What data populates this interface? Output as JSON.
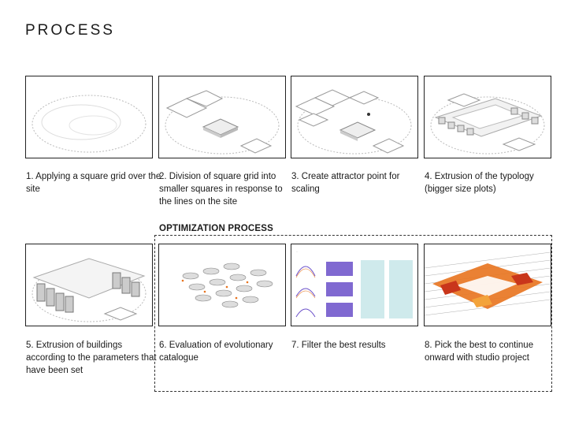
{
  "title": "PROCESS",
  "optimization_title": "OPTIMIZATION PROCESS",
  "steps": [
    {
      "caption": "1. Applying a square grid over the site"
    },
    {
      "caption": "2. Division of square grid into smaller squares in response to the lines on the site"
    },
    {
      "caption": "3. Create attractor point for scaling"
    },
    {
      "caption": "4. Extrusion of the typology (bigger size plots)"
    },
    {
      "caption": "5. Extrusion of buildings according to the parameters that have been set"
    },
    {
      "caption": "6. Evaluation of evolutionary catalogue"
    },
    {
      "caption": "7.  Filter the best results"
    },
    {
      "caption": "8. Pick the best to continue onward with studio project"
    }
  ],
  "colors": {
    "border": "#222222",
    "accent_purple": "#6a4fc9",
    "accent_orange": "#e8731e",
    "accent_cyan": "#9fd6d9"
  }
}
